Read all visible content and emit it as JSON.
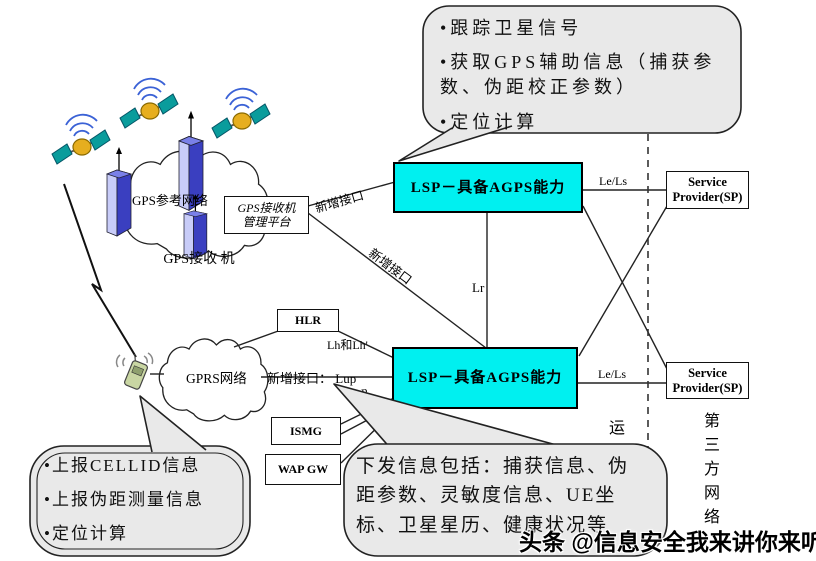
{
  "colors": {
    "lsp_fill": "#00F0F0",
    "callout_fill": "#E9E9E9"
  },
  "callout_top": {
    "bullets": [
      "•跟踪卫星信号",
      "•获取GPS辅助信息（捕获参数、伪距校正参数）",
      "•定位计算"
    ]
  },
  "callout_bottom_left": {
    "bullets": [
      "•上报CELLID信息",
      "•上报伪距测量信息",
      "•定位计算"
    ]
  },
  "callout_bottom_mid": {
    "text": "下发信息包括：捕获信息、伪距参数、灵敏度信息、UE坐标、卫星星历、健康状况等"
  },
  "nodes": {
    "gps_ref_network": "GPS参考网络",
    "gps_receiver": "GPS接收\n机",
    "mgmt_platform": "GPS接收机\n管理平台",
    "gprs_network": "GPRS网络",
    "hlr": "HLR",
    "ismg": "ISMG",
    "wap_gw": "WAP GW",
    "lsp_top": "LSP－具备AGPS能力",
    "lsp_bottom": "LSP－具备AGPS能力",
    "sp_top": "Service\nProvider(SP)",
    "sp_bottom": "Service\nProvider(SP)"
  },
  "edge_labels": {
    "new_interface_1": "新增接口",
    "new_interface_2": "新增接口",
    "lup": "新增接口： Lup",
    "lr": "Lr",
    "lh": "Lh和Lh'",
    "le_ls_top": "Le/Ls",
    "le_ls_bottom": "Le/Ls",
    "mpp": "MPP"
  },
  "regions": {
    "operator_partial": "运",
    "third_party": "第三方网络"
  },
  "watermark": "头条 @信息安全我来讲你来听"
}
